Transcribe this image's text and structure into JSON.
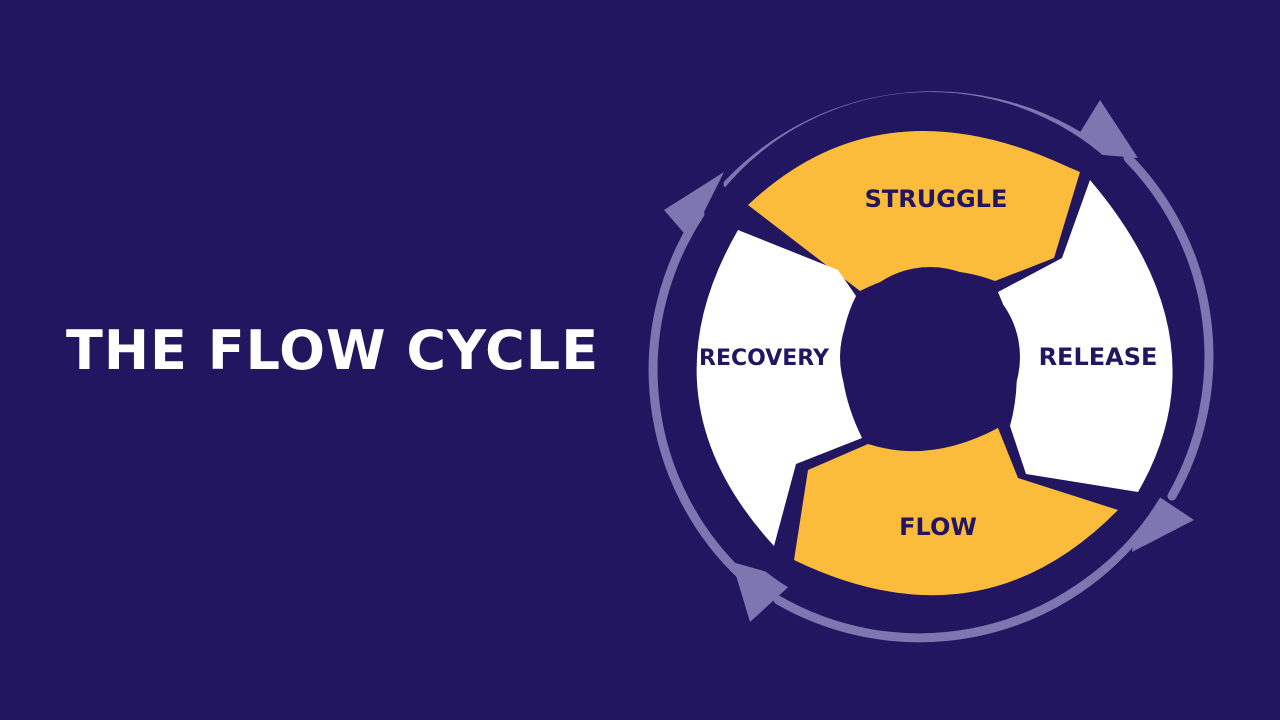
{
  "title": "THE FLOW CYCLE",
  "cycle": {
    "stages": [
      {
        "key": "struggle",
        "label": "STRUGGLE"
      },
      {
        "key": "release",
        "label": "RELEASE"
      },
      {
        "key": "flow",
        "label": "FLOW"
      },
      {
        "key": "recovery",
        "label": "RECOVERY"
      }
    ]
  },
  "colors": {
    "background": "#21165f",
    "accent_yellow": "#fbbc3b",
    "white": "#ffffff",
    "arrow": "#7d76b0"
  }
}
